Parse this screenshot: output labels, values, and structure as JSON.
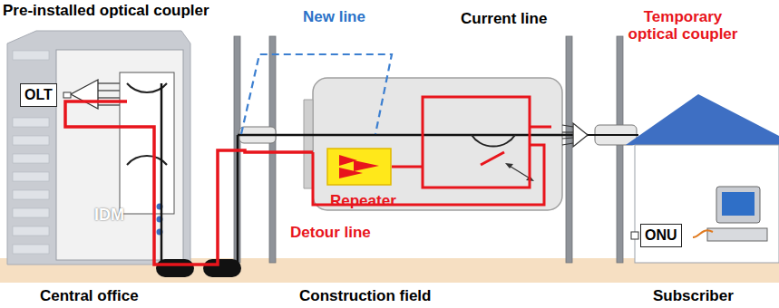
{
  "diagram": {
    "nodes": [
      {
        "text": [
          "OLT"
        ]
      },
      {
        "text": [
          "Repeater"
        ]
      },
      {
        "text": [
          "ONU"
        ]
      }
    ],
    "labels": [
      "Pre-installed optical coupler",
      "New line",
      "Current line",
      "Temporary optical coupler",
      "IDM",
      "Detour line",
      "Central office",
      "Construction field",
      "Subscriber"
    ]
  }
}
